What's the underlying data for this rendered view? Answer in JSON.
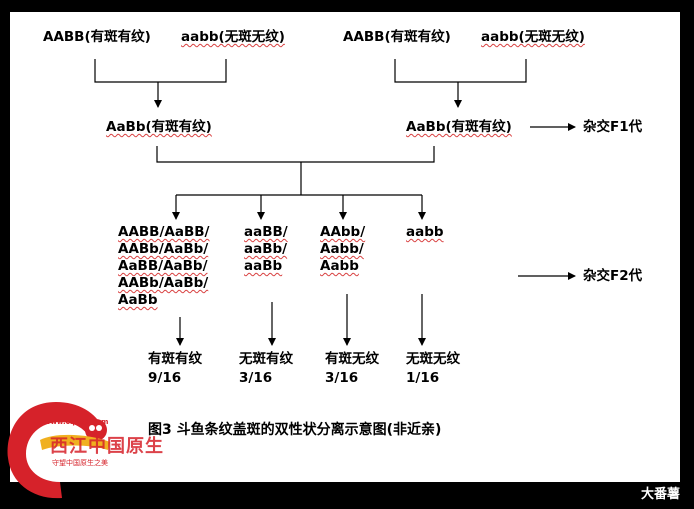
{
  "parents": {
    "left": {
      "dominant": "AABB(有斑有纹)",
      "recessive": "aabb(无斑无纹)"
    },
    "right": {
      "dominant": "AABB(有斑有纹)",
      "recessive": "aabb(无斑无纹)"
    }
  },
  "f1": {
    "left": "AaBb(有斑有纹)",
    "right": "AaBb(有斑有纹)",
    "label": "杂交F1代"
  },
  "f2": {
    "label": "杂交F2代",
    "groups": [
      {
        "genotypes": [
          "AABB/AaBB/",
          "AABb/AaBb/",
          "AaBB/AaBb/",
          "AABb/AaBb/",
          "AaBb"
        ],
        "phenotype": "有斑有纹",
        "ratio": "9/16"
      },
      {
        "genotypes": [
          "aaBB/",
          "aaBb/",
          "aaBb"
        ],
        "phenotype": "无斑有纹",
        "ratio": "3/16"
      },
      {
        "genotypes": [
          "AAbb/",
          "Aabb/",
          "Aabb"
        ],
        "phenotype": "有斑无纹",
        "ratio": "3/16"
      },
      {
        "genotypes": [
          "aabb"
        ],
        "phenotype": "无斑无纹",
        "ratio": "1/16"
      }
    ]
  },
  "caption": "图3  斗鱼条纹盖斑的双性状分离示意图(非近亲)",
  "watermark": {
    "url": "www.cqn30.com",
    "brand": "西江中国原生",
    "slogan": "守望中国原生之美"
  },
  "credit": "大番薯",
  "colors": {
    "background": "#000000",
    "panel": "#ffffff",
    "line": "#000000",
    "watermark_red": "#d6222a",
    "watermark_orange": "#f0b020"
  }
}
